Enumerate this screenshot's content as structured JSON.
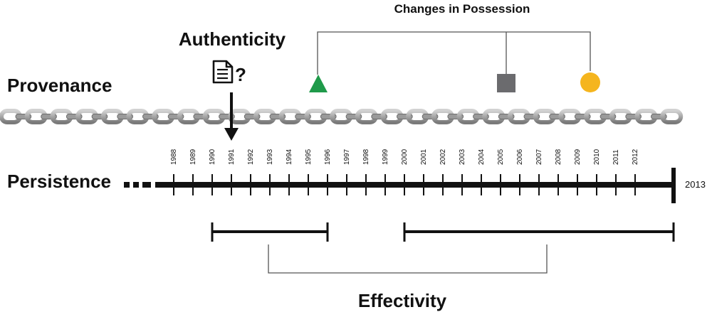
{
  "labels": {
    "provenance": "Provenance",
    "authenticity": "Authenticity",
    "authenticity_mark": "?",
    "changes_in_possession": "Changes in Possession",
    "persistence": "Persistence",
    "effectivity": "Effectivity"
  },
  "timeline": {
    "years": [
      "1988",
      "1989",
      "1990",
      "1991",
      "1992",
      "1993",
      "1994",
      "1995",
      "1996",
      "1997",
      "1998",
      "1999",
      "2000",
      "2001",
      "2002",
      "2003",
      "2004",
      "2005",
      "2006",
      "2007",
      "2008",
      "2009",
      "2010",
      "2011",
      "2012"
    ],
    "end_year": "2013"
  },
  "possession_markers": [
    {
      "shape": "triangle",
      "color": "#1f9a4a"
    },
    {
      "shape": "square",
      "color": "#6b6b6e"
    },
    {
      "shape": "circle",
      "color": "#f5b51e"
    }
  ],
  "colors": {
    "chain": "#9a9a9a",
    "timeline": "#111111"
  },
  "icons": {
    "document": "document-icon",
    "arrow": "down-arrow-icon"
  }
}
